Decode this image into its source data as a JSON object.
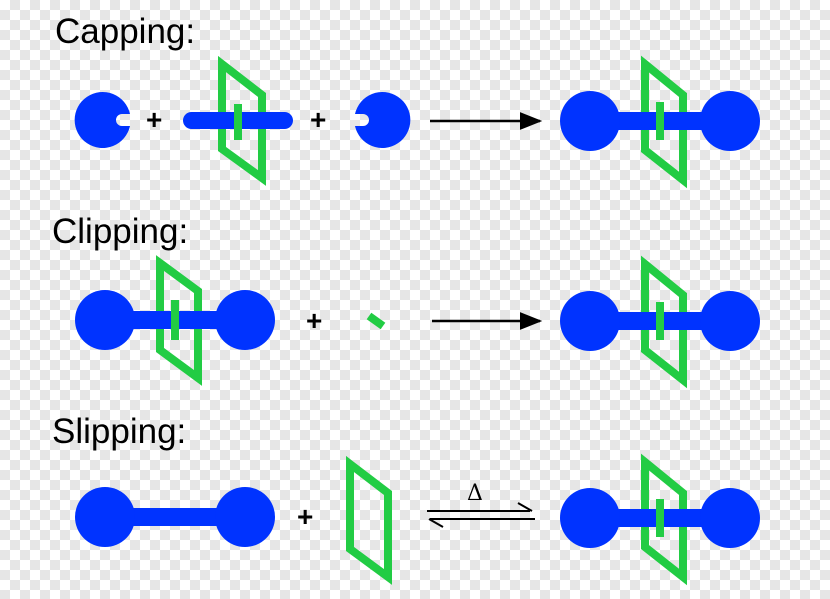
{
  "colors": {
    "axle": "#0033ff",
    "wheel": "#0033ff",
    "ring": "#22cc44",
    "arrow": "#000000"
  },
  "sections": {
    "capping": {
      "title": "Capping:",
      "plus1": "+",
      "plus2": "+"
    },
    "clipping": {
      "title": "Clipping:",
      "plus": "+"
    },
    "slipping": {
      "title": "Slipping:",
      "plus": "+",
      "condition": "Δ"
    }
  }
}
